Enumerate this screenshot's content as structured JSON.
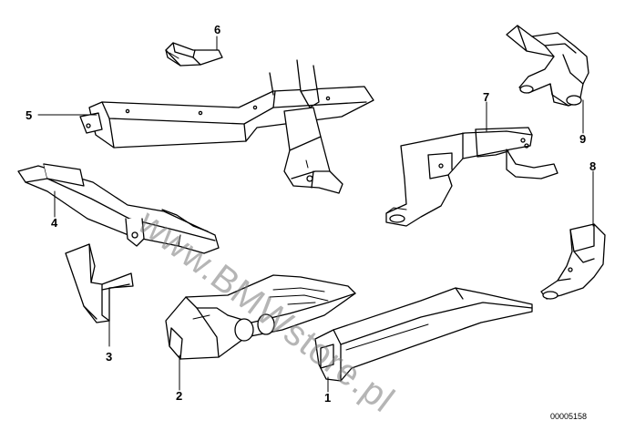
{
  "diagram": {
    "id": "00005158",
    "watermark": "www.BMWstore.pl",
    "callouts": [
      "1",
      "2",
      "3",
      "4",
      "5",
      "6",
      "7",
      "8",
      "9"
    ]
  },
  "colors": {
    "line": "#000000",
    "fill": "#ffffff",
    "shade": "#bfbfbf",
    "watermark": "#8c8c8c"
  }
}
